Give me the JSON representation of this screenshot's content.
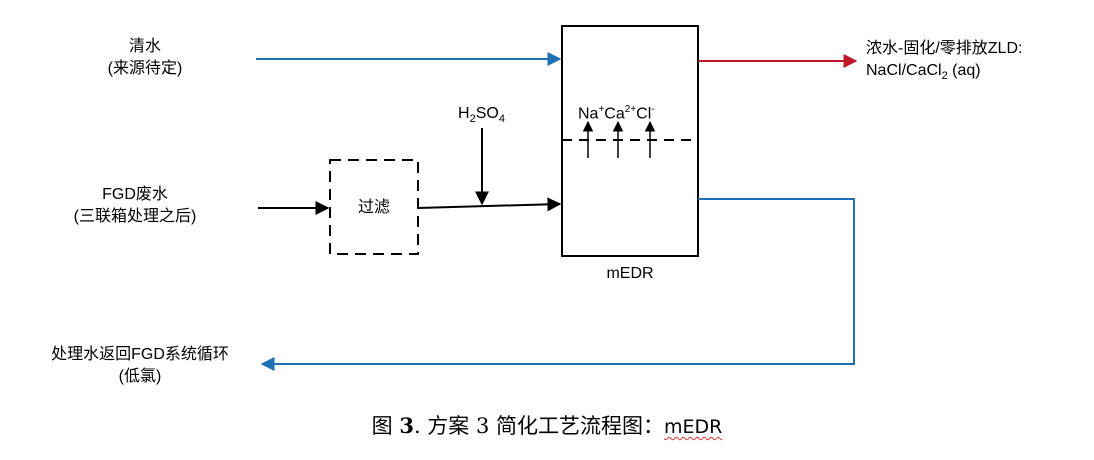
{
  "inputs": {
    "clean_water": {
      "line1": "清水",
      "line2": "(来源待定)"
    },
    "fgd_wastewater": {
      "line1": "FGD废水",
      "line2": "(三联箱处理之后)"
    },
    "returned_water": {
      "line1": "处理水返回FGD系统循环",
      "line2": "(低氯)"
    }
  },
  "filter": {
    "label": "过滤"
  },
  "reagent": {
    "base": "H",
    "sub1": "2",
    "mid": "SO",
    "sub2": "4"
  },
  "medr": {
    "label": "mEDR",
    "ions": {
      "na": "Na",
      "na_charge": "+",
      "ca": "Ca",
      "ca_charge": "2+",
      "cl": "Cl",
      "cl_charge": "-"
    }
  },
  "output": {
    "line1": "浓水-固化/零排放ZLD:",
    "line2_a": "NaCl/CaCl",
    "line2_sub": "2",
    "line2_b": " (aq)"
  },
  "caption": {
    "prefix": "图 ",
    "number": "3",
    "text": ". 方案 3 简化工艺流程图：",
    "suffix": "mEDR"
  },
  "colors": {
    "blue": "#1f6fb5",
    "red": "#c0182b",
    "black": "#000000"
  }
}
